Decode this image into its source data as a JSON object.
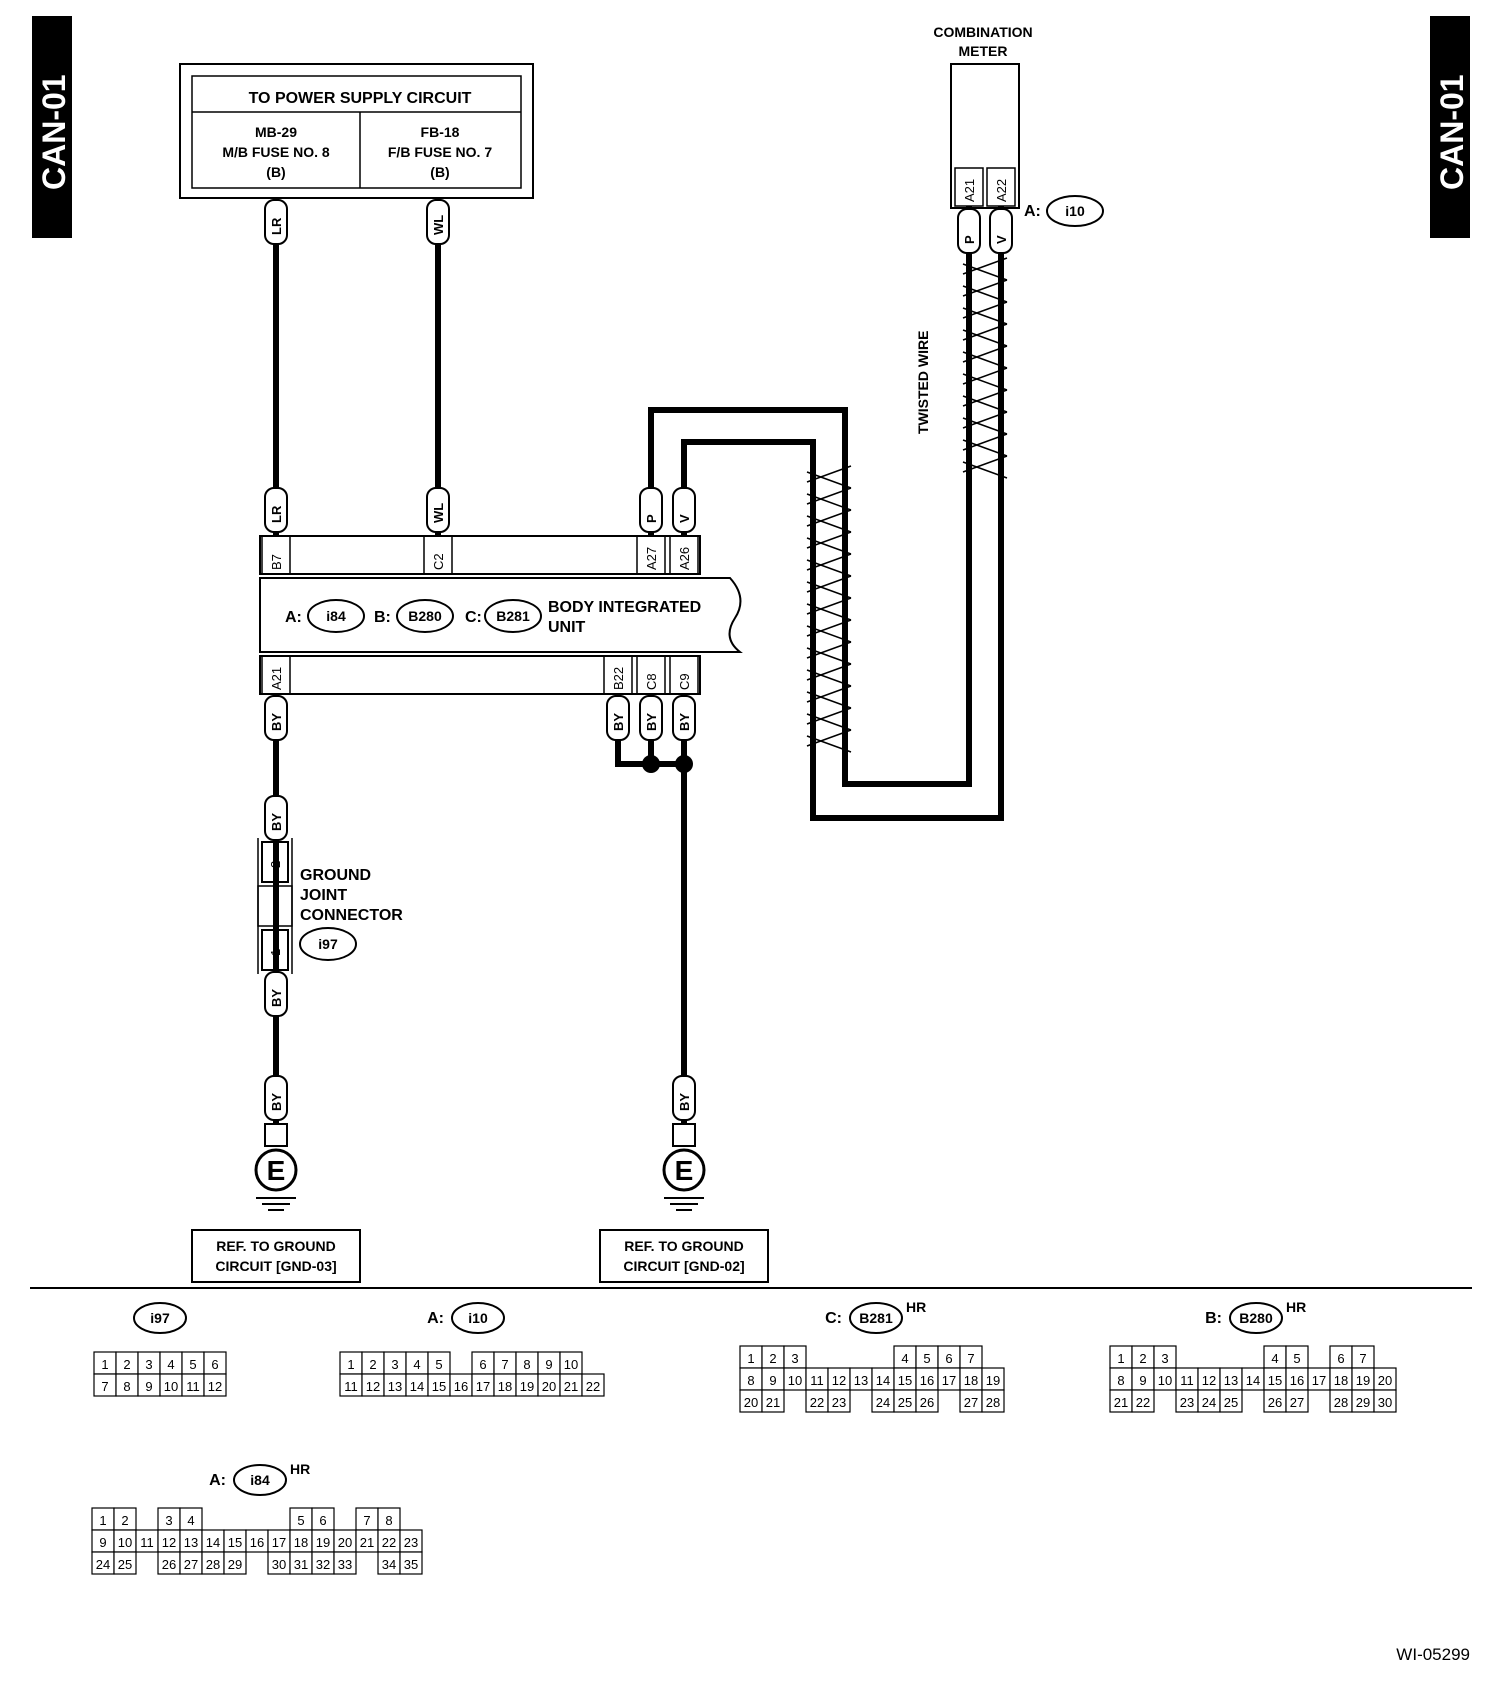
{
  "side_tabs": {
    "left": "CAN-01",
    "right": "CAN-01"
  },
  "power_supply": {
    "title": "TO POWER SUPPLY CIRCUIT",
    "left": [
      "MB-29",
      "M/B FUSE NO. 8",
      "(B)"
    ],
    "right": [
      "FB-18",
      "F/B FUSE NO. 7",
      "(B)"
    ]
  },
  "combination_meter": {
    "title_lines": [
      "COMBINATION",
      "METER"
    ],
    "connector_prefix": "A:",
    "connector_id": "i10",
    "pins": [
      "A21",
      "A22"
    ],
    "wires": [
      "P",
      "V"
    ]
  },
  "twisted_wire_label": "TWISTED WIRE",
  "body_integrated_unit": {
    "prefix_a": "A:",
    "conn_a": "i84",
    "prefix_b": "B:",
    "conn_b": "B280",
    "prefix_c": "C:",
    "conn_c": "B281",
    "label_lines": [
      "BODY INTEGRATED",
      "UNIT"
    ],
    "top_pins": [
      "B7",
      "C2",
      "A27",
      "A26"
    ],
    "top_wires": [
      "LR",
      "WL",
      "P",
      "V"
    ],
    "bottom_pins": [
      "A21",
      "B22",
      "C8",
      "C9"
    ],
    "bottom_wires": [
      "BY",
      "BY",
      "BY",
      "BY"
    ]
  },
  "wire_colors_top": [
    "LR",
    "WL"
  ],
  "ground_joint": {
    "label_lines": [
      "GROUND",
      "JOINT",
      "CONNECTOR"
    ],
    "connector_id": "i97",
    "pins": [
      "2",
      "1"
    ],
    "wires": [
      "BY",
      "BY",
      "BY"
    ]
  },
  "grounds": [
    {
      "symbol": "E",
      "wire": "BY",
      "ref_lines": [
        "REF. TO GROUND",
        "CIRCUIT [GND-03]"
      ]
    },
    {
      "symbol": "E",
      "wire": "BY",
      "ref_lines": [
        "REF. TO GROUND",
        "CIRCUIT [GND-02]"
      ]
    }
  ],
  "connector_views": {
    "i97": {
      "id": "i97",
      "rows": [
        [
          "1",
          "2",
          "3",
          "4",
          "5",
          "6"
        ],
        [
          "7",
          "8",
          "9",
          "10",
          "11",
          "12"
        ]
      ]
    },
    "i10": {
      "prefix": "A:",
      "id": "i10",
      "rows": [
        [
          "1",
          "2",
          "3",
          "4",
          "5",
          "",
          "6",
          "7",
          "8",
          "9",
          "10"
        ],
        [
          "11",
          "12",
          "13",
          "14",
          "15",
          "16",
          "17",
          "18",
          "19",
          "20",
          "21",
          "22"
        ]
      ]
    },
    "B281": {
      "prefix": "C:",
      "id": "B281",
      "suffix": "HR",
      "rows": [
        [
          "1",
          "2",
          "3",
          "",
          "",
          "",
          "",
          "4",
          "5",
          "6",
          "7"
        ],
        [
          "8",
          "9",
          "10",
          "11",
          "12",
          "13",
          "14",
          "15",
          "16",
          "17",
          "18",
          "19"
        ],
        [
          "20",
          "21",
          "",
          "22",
          "23",
          "",
          "24",
          "25",
          "26",
          "",
          "27",
          "28"
        ]
      ]
    },
    "B280": {
      "prefix": "B:",
      "id": "B280",
      "suffix": "HR",
      "rows": [
        [
          "1",
          "2",
          "3",
          "",
          "",
          "",
          "",
          "4",
          "5",
          "",
          "6",
          "7"
        ],
        [
          "8",
          "9",
          "10",
          "11",
          "12",
          "13",
          "14",
          "15",
          "16",
          "17",
          "18",
          "19",
          "20"
        ],
        [
          "21",
          "22",
          "",
          "23",
          "24",
          "25",
          "",
          "26",
          "27",
          "",
          "28",
          "29",
          "30"
        ]
      ]
    },
    "i84": {
      "prefix": "A:",
      "id": "i84",
      "suffix": "HR",
      "rows": [
        [
          "1",
          "2",
          "",
          "3",
          "4",
          "",
          "",
          "",
          "",
          "5",
          "6",
          "",
          "7",
          "8"
        ],
        [
          "9",
          "10",
          "11",
          "12",
          "13",
          "14",
          "15",
          "16",
          "17",
          "18",
          "19",
          "20",
          "21",
          "22",
          "23"
        ],
        [
          "24",
          "25",
          "",
          "26",
          "27",
          "28",
          "29",
          "",
          "30",
          "31",
          "32",
          "33",
          "",
          "34",
          "35"
        ]
      ]
    }
  },
  "figure_id": "WI-05299"
}
